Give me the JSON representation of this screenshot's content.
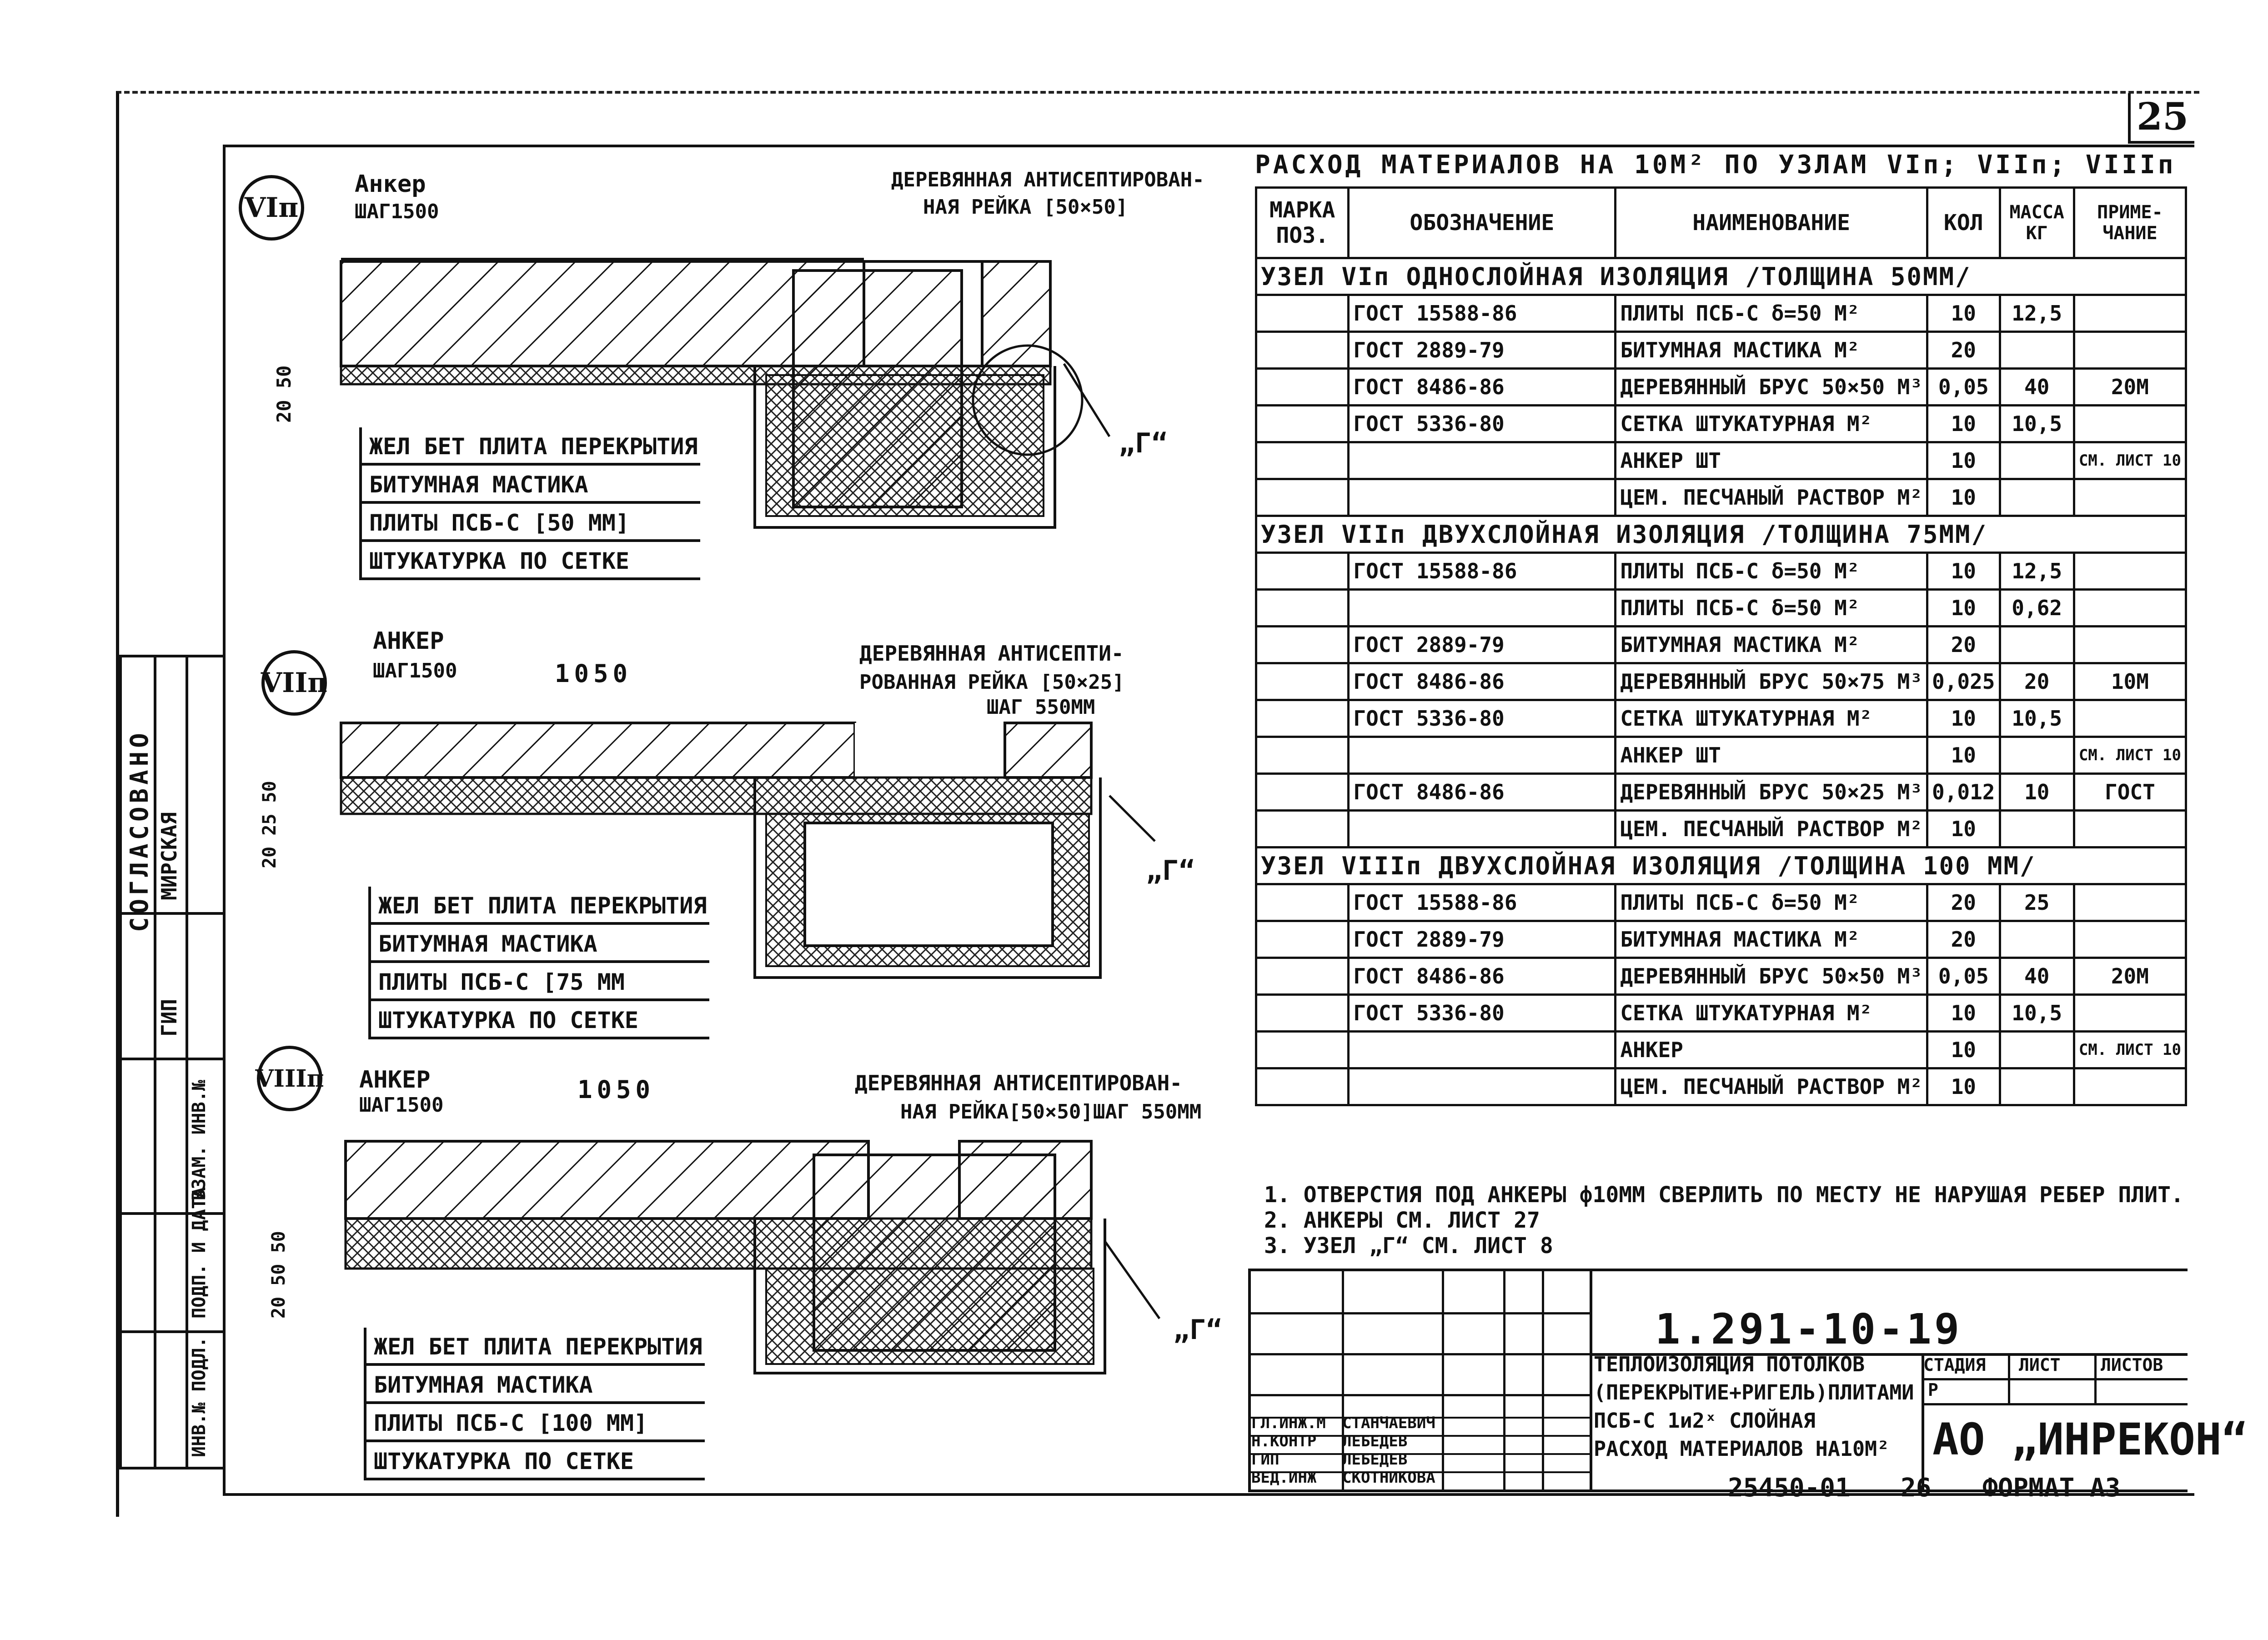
{
  "sheet": {
    "number": "25"
  },
  "node_vi": {
    "mark": "VIп",
    "anchor_label": "Анкер",
    "anchor_step": "ШАГ1500",
    "rail_label_1": "ДЕРЕВЯННАЯ АНТИСЕПТИРОВАН-",
    "rail_label_2": "НАЯ РЕЙКА [50×50]",
    "dims": "20 50",
    "callout": "„Г“",
    "layers": [
      "ЖЕЛ БЕТ ПЛИТА ПЕРЕКРЫТИЯ",
      "БИТУМНАЯ МАСТИКА",
      "ПЛИТЫ ПСБ-С  [50 ММ]",
      "ШТУКАТУРКА ПО СЕТКЕ"
    ]
  },
  "node_vii": {
    "mark": "VIIп",
    "anchor_label": "АНКЕР",
    "anchor_step": "ШАГ1500",
    "span": "1050",
    "rail_label_1": "ДЕРЕВЯННАЯ АНТИСЕПТИ-",
    "rail_label_2": "РОВАННАЯ РЕЙКА [50×25]",
    "rail_label_3": "ШАГ 550ММ",
    "dims": "20 25 50",
    "callout": "„Г“",
    "layers": [
      "ЖЕЛ БЕТ ПЛИТА ПЕРЕКРЫТИЯ",
      "БИТУМНАЯ МАСТИКА",
      "ПЛИТЫ ПСБ-С  [75 ММ",
      "ШТУКАТУРКА ПО СЕТКЕ"
    ]
  },
  "node_viii": {
    "mark": "VIIIп",
    "anchor_label": "АНКЕР",
    "anchor_step": "ШАГ1500",
    "span": "1050",
    "rail_label_1": "ДЕРЕВЯННАЯ АНТИСЕПТИРОВАН-",
    "rail_label_2": "НАЯ РЕЙКА[50×50]ШАГ 550ММ",
    "dims": "20 50 50",
    "callout": "„Г“",
    "layers": [
      "ЖЕЛ БЕТ ПЛИТА ПЕРЕКРЫТИЯ",
      "БИТУМНАЯ МАСТИКА",
      "ПЛИТЫ ПСБ-С  [100 ММ]",
      "ШТУКАТУРКА ПО СЕТКЕ"
    ]
  },
  "table": {
    "title": "РАСХОД МАТЕРИАЛОВ НА 10М² ПО УЗЛАМ VIп; VIIп; VIIIп",
    "headers": [
      "МАРКА ПОЗ.",
      "ОБОЗНАЧЕНИЕ",
      "НАИМЕНОВАНИЕ",
      "КОЛ",
      "МАССА КГ",
      "ПРИМЕ-ЧАНИЕ"
    ],
    "sections": [
      {
        "title": "УЗЕЛ VIп ОДНОСЛОЙНАЯ ИЗОЛЯЦИЯ /ТОЛЩИНА 50ММ/",
        "rows": [
          [
            "",
            "ГОСТ 15588-86",
            "ПЛИТЫ ПСБ-С δ=50  М²",
            "10",
            "12,5",
            ""
          ],
          [
            "",
            "ГОСТ 2889-79",
            "БИТУМНАЯ МАСТИКА М²",
            "20",
            "",
            ""
          ],
          [
            "",
            "ГОСТ 8486-86",
            "ДЕРЕВЯННЫЙ БРУС 50×50  М³",
            "0,05",
            "40",
            "20М"
          ],
          [
            "",
            "ГОСТ 5336-80",
            "СЕТКА ШТУКАТУРНАЯ М²",
            "10",
            "10,5",
            ""
          ],
          [
            "",
            "",
            "АНКЕР  ШТ",
            "10",
            "",
            "СМ. ЛИСТ 10"
          ],
          [
            "",
            "",
            "ЦЕМ. ПЕСЧАНЫЙ РАСТВОР М²",
            "10",
            "",
            ""
          ]
        ]
      },
      {
        "title": "УЗЕЛ VIIп ДВУХСЛОЙНАЯ ИЗОЛЯЦИЯ /ТОЛЩИНА 75ММ/",
        "rows": [
          [
            "",
            "ГОСТ 15588-86",
            "ПЛИТЫ ПСБ-С δ=50  М²",
            "10",
            "12,5",
            ""
          ],
          [
            "",
            "",
            "ПЛИТЫ ПСБ-С δ=50  М²",
            "10",
            "0,62",
            ""
          ],
          [
            "",
            "ГОСТ 2889-79",
            "БИТУМНАЯ МАСТИКА М²",
            "20",
            "",
            ""
          ],
          [
            "",
            "ГОСТ 8486-86",
            "ДЕРЕВЯННЫЙ БРУС 50×75  М³",
            "0,025",
            "20",
            "10М"
          ],
          [
            "",
            "ГОСТ 5336-80",
            "СЕТКА ШТУКАТУРНАЯ М²",
            "10",
            "10,5",
            ""
          ],
          [
            "",
            "",
            "АНКЕР  ШТ",
            "10",
            "",
            "СМ. ЛИСТ 10"
          ],
          [
            "",
            "ГОСТ 8486-86",
            "ДЕРЕВЯННЫЙ БРУС 50×25  М³",
            "0,012",
            "10",
            "ГОСТ"
          ],
          [
            "",
            "",
            "ЦЕМ. ПЕСЧАНЫЙ РАСТВОР М²",
            "10",
            "",
            ""
          ]
        ]
      },
      {
        "title": "УЗЕЛ VIIIп ДВУХСЛОЙНАЯ ИЗОЛЯЦИЯ /ТОЛЩИНА 100 ММ/",
        "rows": [
          [
            "",
            "ГОСТ 15588-86",
            "ПЛИТЫ ПСБ-С δ=50  М²",
            "20",
            "25",
            ""
          ],
          [
            "",
            "ГОСТ 2889-79",
            "БИТУМНАЯ МАСТИКА М²",
            "20",
            "",
            ""
          ],
          [
            "",
            "ГОСТ 8486-86",
            "ДЕРЕВЯННЫЙ БРУС 50×50  М³",
            "0,05",
            "40",
            "20М"
          ],
          [
            "",
            "ГОСТ 5336-80",
            "СЕТКА ШТУКАТУРНАЯ М²",
            "10",
            "10,5",
            ""
          ],
          [
            "",
            "",
            "АНКЕР",
            "10",
            "",
            "СМ. ЛИСТ 10"
          ],
          [
            "",
            "",
            "ЦЕМ. ПЕСЧАНЫЙ РАСТВОР М²",
            "10",
            "",
            ""
          ]
        ]
      }
    ]
  },
  "notes": [
    "1. ОТВЕРСТИЯ ПОД АНКЕРЫ ф10ММ СВЕРЛИТЬ ПО МЕСТУ НЕ НАРУШАЯ РЕБЕР ПЛИТ.",
    "2. АНКЕРЫ СМ. ЛИСТ 27",
    "3. УЗЕЛ „Г“ СМ. ЛИСТ 8"
  ],
  "title_block": {
    "code": "1.291-10-19",
    "description": [
      "ТЕПЛОИЗОЛЯЦИЯ ПОТОЛКОВ",
      "(ПЕРЕКРЫТИЕ+РИГЕЛЬ)ПЛИТАМИ",
      "ПСБ-С 1и2ˣ СЛОЙНАЯ",
      "РАСХОД МАТЕРИАЛОВ НА10М²"
    ],
    "stage_header": "СТАДИЯ",
    "sheet_header": "ЛИСТ",
    "sheets_header": "ЛИСТОВ",
    "stage": "Р",
    "company": "АО „ИНРЕКОН“",
    "roles": [
      [
        "ГЛ.ИНЖ.М",
        "СТАНЧАЕВИЧ"
      ],
      [
        "Н.КОНТР",
        "ЛЕБЕДЕВ"
      ],
      [
        "ГИП",
        "ЛЕБЕДЕВ"
      ],
      [
        "ВЕД.ИНЖ",
        "СКОТНИКОВА"
      ]
    ]
  },
  "sidebar": {
    "agreed": "СОГЛАСОВАНО",
    "name": "МИРСКАЯ",
    "gip": "ГИП",
    "inv_replace": "ВЗАМ. ИНВ.№",
    "signature_date": "ПОДП. И ДАТА",
    "inv_orig": "ИНВ.№ ПОДЛ."
  },
  "footer": {
    "archive_no": "25450-01",
    "page": "26",
    "format": "ФОРМАТ А3"
  }
}
